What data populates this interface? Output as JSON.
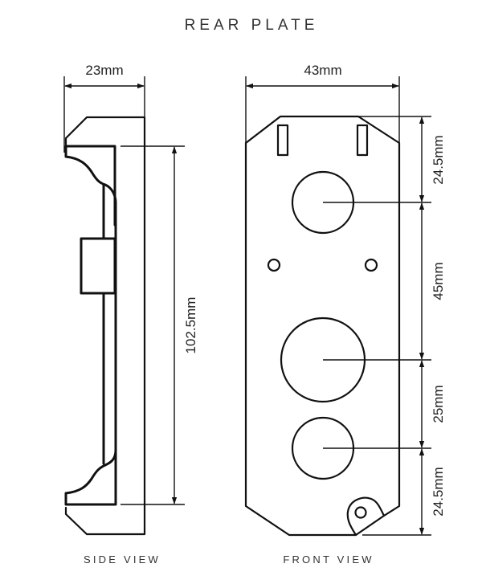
{
  "title": "REAR PLATE",
  "side_view": {
    "caption": "SIDE VIEW",
    "width_dimension": "23mm",
    "height_dimension": "102.5mm"
  },
  "front_view": {
    "caption": "FRONT VIEW",
    "width_dimension": "43mm",
    "vertical_dimensions": [
      "24.5mm",
      "45mm",
      "25mm",
      "24.5mm"
    ]
  },
  "colors": {
    "line": "#111111",
    "text": "#333333",
    "background": "#ffffff"
  }
}
